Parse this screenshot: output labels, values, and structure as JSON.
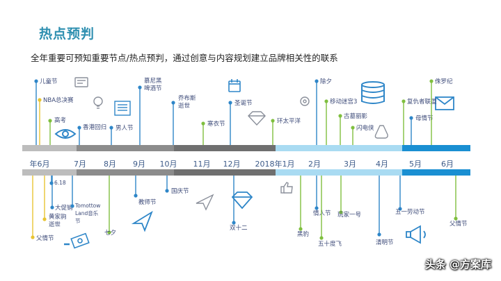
{
  "title": "热点预判",
  "subtitle": "全年重要可预知重要节点/热点预判，通过创意与内容规划建立品牌相关性的联系",
  "watermark": "头条 @方案库",
  "colors": {
    "grey_light": "#a6a6a6",
    "grey_dark": "#7f7f7f",
    "blue_light": "#9dd5ee",
    "blue_dark": "#1a8fd2",
    "tick_text": "#3c5a88",
    "label_text": "#3c4a78",
    "stem_blue": "#2e86c8",
    "stem_green": "#7fbf3f",
    "stem_yellow": "#e8c432",
    "icon_color": "#8a8f9a",
    "icon_blue": "#2e86c8"
  },
  "months": [
    {
      "label": "年6月"
    },
    {
      "label": "7月"
    },
    {
      "label": "8月"
    },
    {
      "label": "9月"
    },
    {
      "label": "10月"
    },
    {
      "label": "11月"
    },
    {
      "label": "12月"
    },
    {
      "label": "2018年1月"
    },
    {
      "label": "2月"
    },
    {
      "label": "3月"
    },
    {
      "label": "4月"
    },
    {
      "label": "5月"
    },
    {
      "label": "6月"
    }
  ],
  "events_top": [
    {
      "label": "儿童节",
      "color": "blue"
    },
    {
      "label": "NBA总决赛",
      "color": "yellow"
    },
    {
      "label": "高考",
      "color": "green"
    },
    {
      "label": "香港回归",
      "color": "blue"
    },
    {
      "label": "男人节",
      "color": "blue"
    },
    {
      "label": "慕尼黑啤酒节",
      "color": "blue"
    },
    {
      "label": "乔布斯逝世",
      "color": "blue"
    },
    {
      "label": "寒衣节",
      "color": "green"
    },
    {
      "label": "圣诞节",
      "color": "blue"
    },
    {
      "label": "环太平洋",
      "color": "green"
    },
    {
      "label": "除夕",
      "color": "blue"
    },
    {
      "label": "移动迷宫3",
      "color": "green"
    },
    {
      "label": "古墓丽影",
      "color": "green"
    },
    {
      "label": "闪电侠",
      "color": "green"
    },
    {
      "label": "复仇者联盟",
      "color": "green"
    },
    {
      "label": "母情节",
      "color": "blue"
    },
    {
      "label": "侏罗纪",
      "color": "green"
    }
  ],
  "events_bottom": [
    {
      "label": "6.18",
      "color": "blue"
    },
    {
      "label": "大促销",
      "color": "blue"
    },
    {
      "label": "黄家驹逝世",
      "color": "yellow"
    },
    {
      "label": "父情节",
      "color": "yellow"
    },
    {
      "label": "Tomottow Land音乐节",
      "color": "blue"
    },
    {
      "label": "七夕",
      "color": "green"
    },
    {
      "label": "教师节",
      "color": "blue"
    },
    {
      "label": "国庆节",
      "color": "blue"
    },
    {
      "label": "双十二",
      "color": "blue"
    },
    {
      "label": "情人节",
      "color": "blue"
    },
    {
      "label": "黑豹",
      "color": "green"
    },
    {
      "label": "五十度飞",
      "color": "green"
    },
    {
      "label": "玩家一号",
      "color": "green"
    },
    {
      "label": "清明节",
      "color": "blue"
    },
    {
      "label": "五一劳动节",
      "color": "blue"
    },
    {
      "label": "父情节",
      "color": "green"
    }
  ]
}
